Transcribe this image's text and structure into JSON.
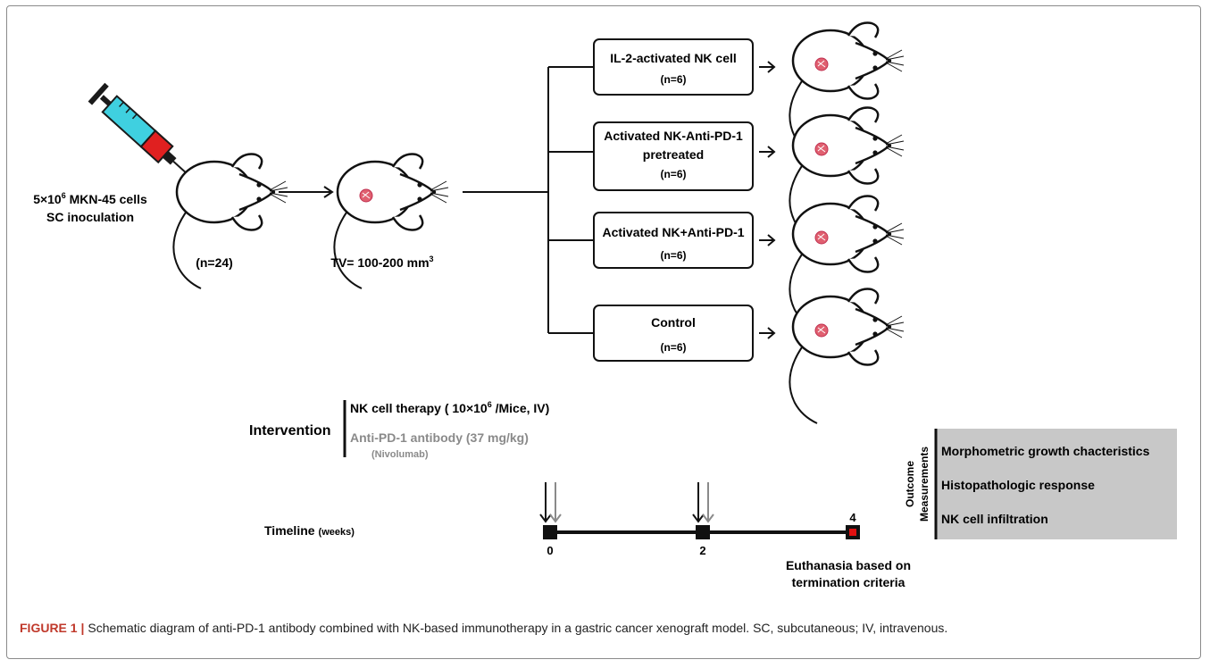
{
  "inoculation": {
    "label_line1_pre": "5×10",
    "label_line1_sup": "6",
    "label_line1_post": " MKN-45 cells",
    "label_line2": "SC inoculation",
    "count": "(n=24)"
  },
  "tumor_volume": {
    "label": "TV= 100-200 mm",
    "sup": "3"
  },
  "groups": [
    {
      "lines": [
        "IL-2-activated NK cell"
      ],
      "n": "(n=6)"
    },
    {
      "lines": [
        "Activated NK-Anti-PD-1",
        "pretreated"
      ],
      "n": "(n=6)"
    },
    {
      "lines": [
        "Activated NK+Anti-PD-1"
      ],
      "n": "(n=6)"
    },
    {
      "lines": [
        "Control"
      ],
      "n": "(n=6)"
    }
  ],
  "intervention": {
    "title": "Intervention",
    "nk_pre": "NK cell therapy ( 10×10",
    "nk_sup": "6",
    "nk_post": " /Mice, IV)",
    "antibody": "Anti-PD-1 antibody (37 mg/kg)",
    "antibody_name": "(Nivolumab)"
  },
  "timeline": {
    "title": "Timeline",
    "unit": "(weeks)",
    "ticks": [
      "0",
      "2",
      "4"
    ],
    "end_label_line1": "Euthanasia based on",
    "end_label_line2": "termination criteria"
  },
  "outcome": {
    "title_line1": "Outcome",
    "title_line2": "Measurements",
    "items": [
      "Morphometric growth chacteristics",
      "Histopathologic response",
      "NK cell infiltration"
    ]
  },
  "caption": {
    "label": "FIGURE 1 |",
    "text": "Schematic diagram of anti-PD-1 antibody combined with NK-based immunotherapy in a gastric cancer xenograft model. SC, subcutaneous; IV, intravenous."
  },
  "colors": {
    "syringe_body": "#3fd0e0",
    "syringe_fluid": "#e02020",
    "tumor": "#e06070",
    "grey_text": "#8a8a8a",
    "outcome_panel": "#c8c8c8",
    "endpoint_red": "#e01010"
  }
}
